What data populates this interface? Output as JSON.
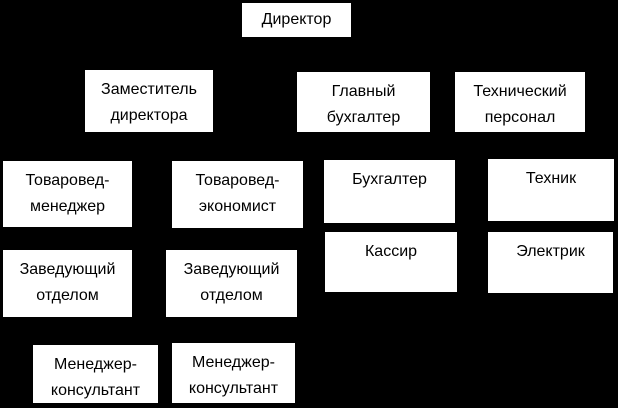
{
  "diagram": {
    "type": "org-chart",
    "background_color": "#000000",
    "node_bg_color": "#ffffff",
    "node_text_color": "#000000",
    "nodes": [
      {
        "id": "director",
        "label": "Директор",
        "row": 1
      },
      {
        "id": "deputy-director",
        "label": "Заместитель директора",
        "row": 2
      },
      {
        "id": "chief-accountant",
        "label": "Главный бухгалтер",
        "row": 2
      },
      {
        "id": "technical-staff",
        "label": "Технический персонал",
        "row": 2
      },
      {
        "id": "merchandiser-manager",
        "label": "Товаровед-менеджер",
        "row": 3
      },
      {
        "id": "merchandiser-economist",
        "label": "Товаровед-экономист",
        "row": 3
      },
      {
        "id": "accountant",
        "label": "Бухгалтер",
        "row": 3
      },
      {
        "id": "technician",
        "label": "Техник",
        "row": 3
      },
      {
        "id": "department-head-1",
        "label": "Заведующий отделом",
        "row": 4
      },
      {
        "id": "department-head-2",
        "label": "Заведующий отделом",
        "row": 4
      },
      {
        "id": "cashier",
        "label": "Кассир",
        "row": 4
      },
      {
        "id": "electrician",
        "label": "Электрик",
        "row": 4
      },
      {
        "id": "manager-consultant-1",
        "label": "Менеджер-консультант",
        "row": 5
      },
      {
        "id": "manager-consultant-2",
        "label": "Менеджер-консультант",
        "row": 5
      }
    ]
  }
}
